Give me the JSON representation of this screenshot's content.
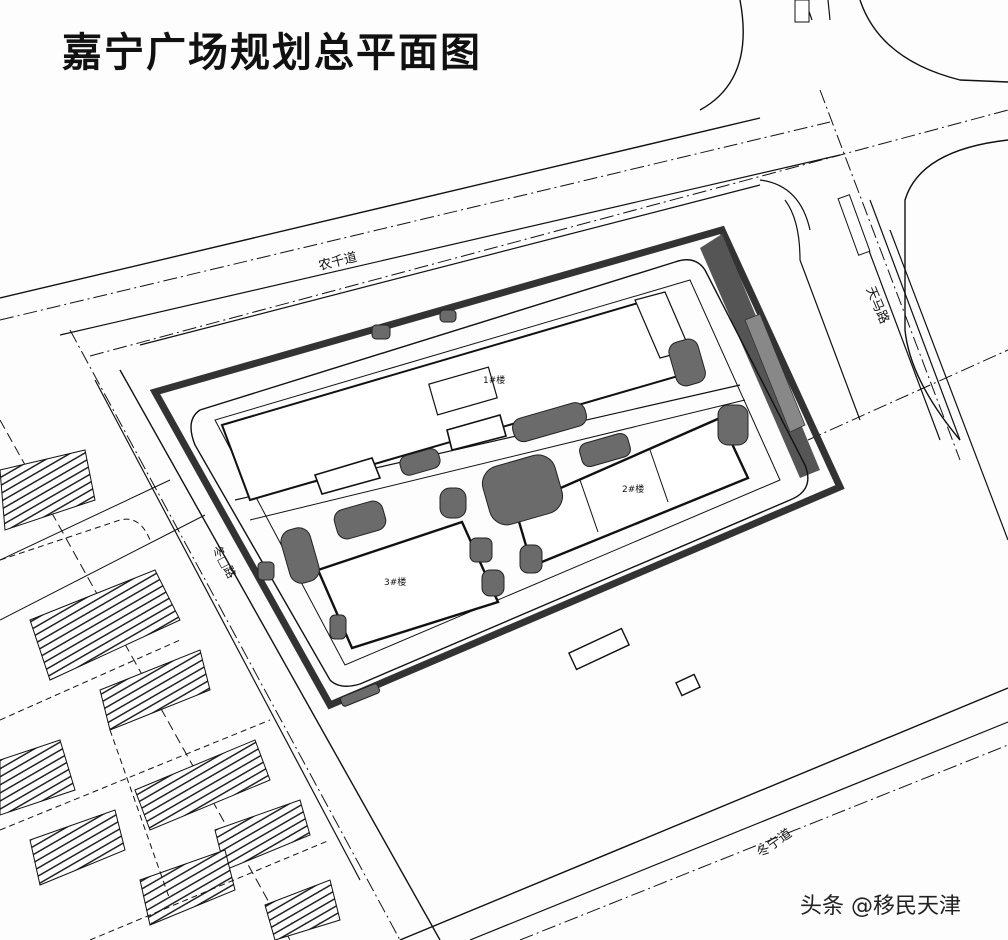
{
  "title": "嘉宁广场规划总平面图",
  "roads": {
    "north": "农千道",
    "east": "天马路",
    "south": "冬宁道",
    "west": "冬□路"
  },
  "buildings": {
    "b1": "1#楼",
    "b2": "2#楼",
    "b3": "3#楼"
  },
  "watermark": "头条 @移民天津",
  "colors": {
    "line": "#111111",
    "parking": "#6a6a6a",
    "site_border": "#3a3a3a"
  }
}
